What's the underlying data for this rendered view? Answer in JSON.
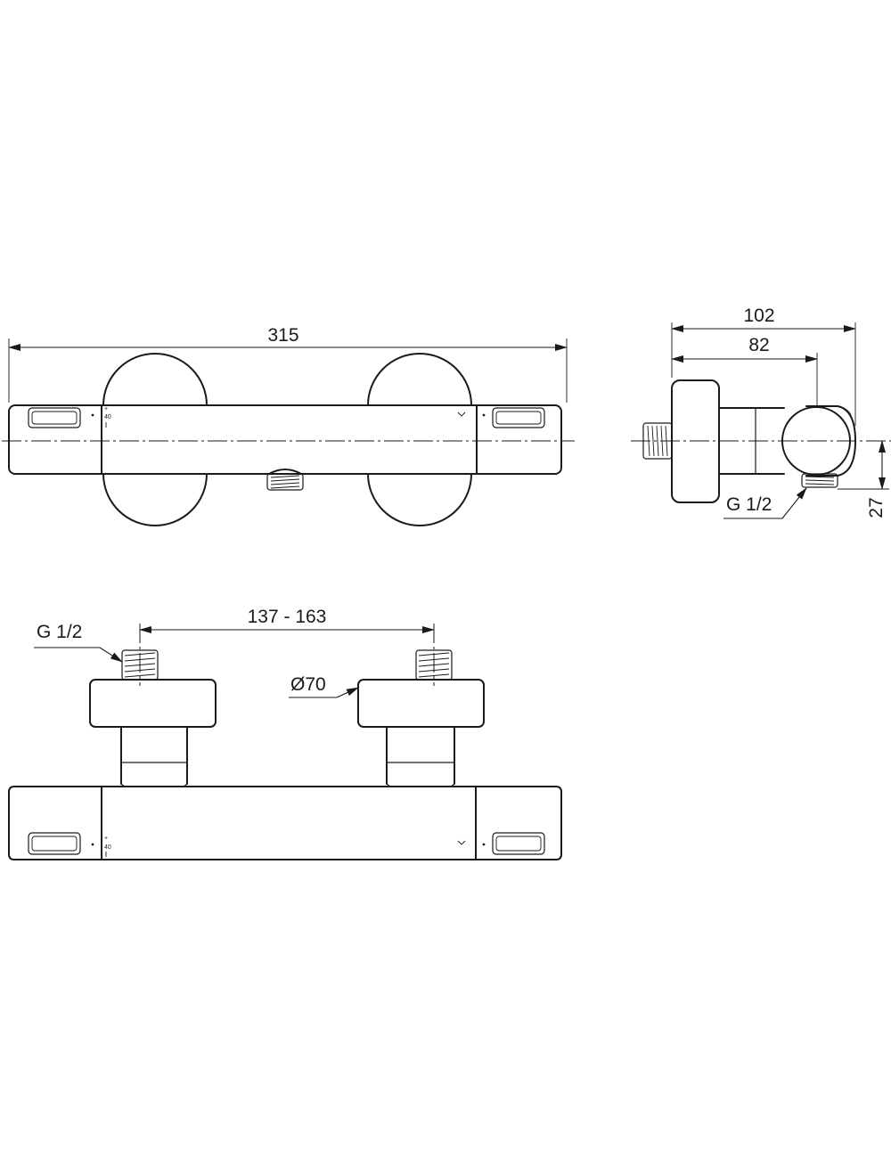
{
  "drawing": {
    "dimensions": {
      "overall_length": "315",
      "depth_total": "102",
      "depth_to_axis": "82",
      "outlet_offset": "27",
      "inlet_spacing": "137 - 163",
      "escutcheon_diameter": "Ø70"
    },
    "thread_labels": {
      "side_outlet": "G 1/2",
      "inlet": "G 1/2"
    },
    "scale_marks": {
      "plus": "+",
      "forty": "40",
      "minus": "−"
    },
    "colors": {
      "line": "#1a1a1a",
      "background": "#ffffff"
    }
  }
}
